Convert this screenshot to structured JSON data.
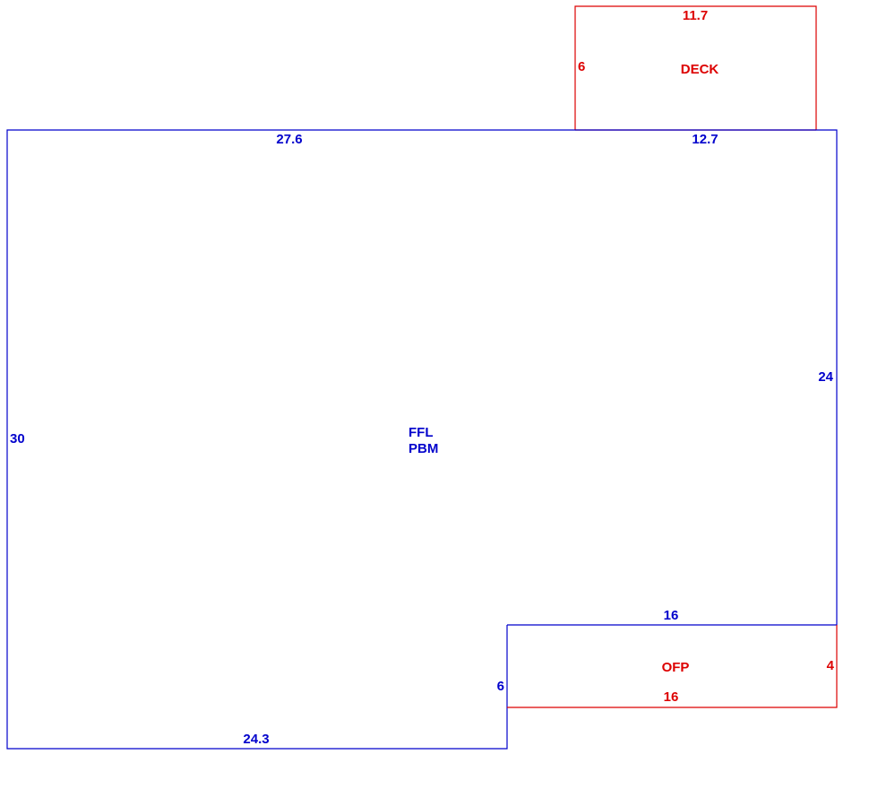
{
  "colors": {
    "main": "#0000cc",
    "addition": "#dd0000"
  },
  "main_area": {
    "labels": [
      "FFL",
      "PBM"
    ],
    "dims": {
      "top_left": "27.6",
      "top_right": "12.7",
      "left": "30",
      "right": "24",
      "bottom": "24.3",
      "step_vertical": "6",
      "step_horizontal": "16"
    }
  },
  "deck": {
    "label": "DECK",
    "dims": {
      "top": "11.7",
      "left": "6"
    }
  },
  "ofp": {
    "label": "OFP",
    "dims": {
      "right": "4",
      "bottom": "16"
    }
  }
}
